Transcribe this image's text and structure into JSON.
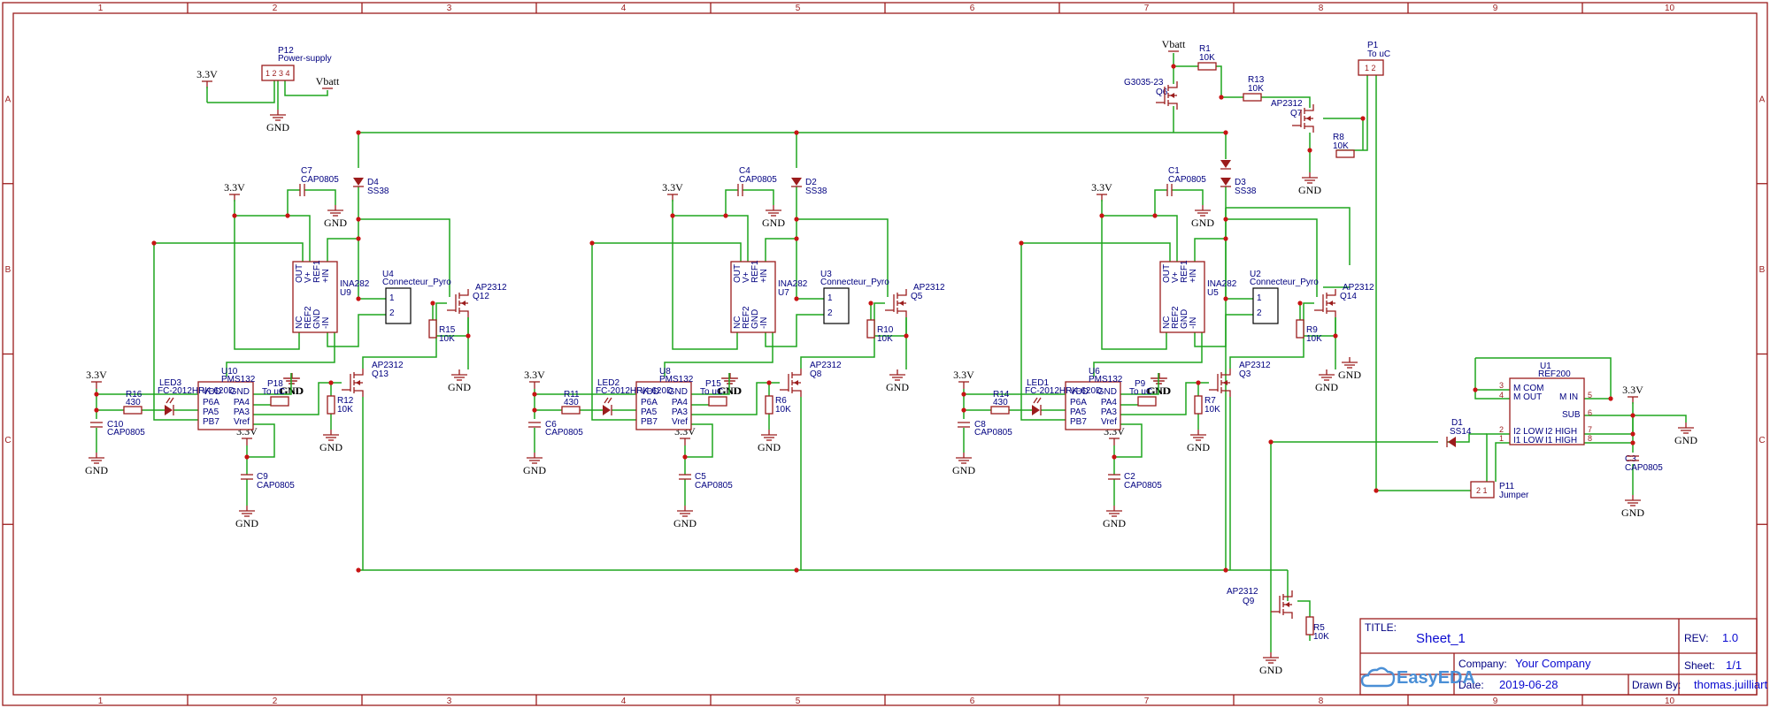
{
  "frame": {
    "columns": [
      "1",
      "2",
      "3",
      "4",
      "5",
      "6",
      "7",
      "8",
      "9",
      "10"
    ],
    "rows": [
      "A",
      "B",
      "C"
    ]
  },
  "power": {
    "v33": "3.3V",
    "vbatt": "Vbatt",
    "gnd": "GND"
  },
  "connector_p12": {
    "ref": "P12",
    "value": "Power-supply",
    "pins": "1 2 3 4"
  },
  "connector_p1": {
    "ref": "P1",
    "value": "To uC",
    "pins": "1 2"
  },
  "topright": {
    "r1": {
      "ref": "R1",
      "value": "10K"
    },
    "r13": {
      "ref": "R13",
      "value": "10K"
    },
    "r8": {
      "ref": "R8",
      "value": "10K"
    },
    "q6": {
      "ref": "Q6",
      "value": "G3035-23"
    },
    "q7": {
      "ref": "Q7",
      "value": "AP2312"
    },
    "d3": {
      "ref": "D3",
      "value": "SS38"
    }
  },
  "channels": [
    {
      "cap_top": {
        "ref": "C7",
        "value": "CAP0805"
      },
      "diode": {
        "ref": "D4",
        "value": "SS38"
      },
      "ina": {
        "ref": "U9",
        "value": "INA282"
      },
      "conn": {
        "ref": "U4",
        "value": "Connecteur_Pyro"
      },
      "qr": {
        "ref": "Q12",
        "value": "AP2312"
      },
      "rr": {
        "ref": "R15",
        "value": "10K"
      },
      "pms": {
        "ref": "U10",
        "value": "PMS132"
      },
      "led": {
        "ref": "LED3",
        "value": "FC-2012HRK-620D"
      },
      "rled": {
        "ref": "R16",
        "value": "430"
      },
      "cin": {
        "ref": "C10",
        "value": "CAP0805"
      },
      "cvr": {
        "ref": "C9",
        "value": "CAP0805"
      },
      "pconn": {
        "ref": "P18",
        "value": "To uC"
      },
      "qm": {
        "ref": "Q13",
        "value": "AP2312"
      },
      "rm": {
        "ref": "R12",
        "value": "10K"
      }
    },
    {
      "cap_top": {
        "ref": "C4",
        "value": "CAP0805"
      },
      "diode": {
        "ref": "D2",
        "value": "SS38"
      },
      "ina": {
        "ref": "U7",
        "value": "INA282"
      },
      "conn": {
        "ref": "U3",
        "value": "Connecteur_Pyro"
      },
      "qr": {
        "ref": "Q5",
        "value": "AP2312"
      },
      "rr": {
        "ref": "R10",
        "value": "10K"
      },
      "pms": {
        "ref": "U8",
        "value": "PMS132"
      },
      "led": {
        "ref": "LED2",
        "value": "FC-2012HRK-620D"
      },
      "rled": {
        "ref": "R11",
        "value": "430"
      },
      "cin": {
        "ref": "C6",
        "value": "CAP0805"
      },
      "cvr": {
        "ref": "C5",
        "value": "CAP0805"
      },
      "pconn": {
        "ref": "P15",
        "value": "To uC"
      },
      "qm": {
        "ref": "Q8",
        "value": "AP2312"
      },
      "rm": {
        "ref": "R6",
        "value": "10K"
      }
    },
    {
      "cap_top": {
        "ref": "C1",
        "value": "CAP0805"
      },
      "diode": {
        "ref": "D3",
        "value": "SS38"
      },
      "ina": {
        "ref": "U5",
        "value": "INA282"
      },
      "conn": {
        "ref": "U2",
        "value": "Connecteur_Pyro"
      },
      "qr": {
        "ref": "Q14",
        "value": "AP2312"
      },
      "rr": {
        "ref": "R9",
        "value": "10K"
      },
      "pms": {
        "ref": "U6",
        "value": "PMS132"
      },
      "led": {
        "ref": "LED1",
        "value": "FC-2012HRK-620D"
      },
      "rled": {
        "ref": "R14",
        "value": "430"
      },
      "cin": {
        "ref": "C8",
        "value": "CAP0805"
      },
      "cvr": {
        "ref": "C2",
        "value": "CAP0805"
      },
      "pconn": {
        "ref": "P9",
        "value": "To uC"
      },
      "qm": {
        "ref": "Q3",
        "value": "AP2312"
      },
      "rm": {
        "ref": "R7",
        "value": "10K"
      }
    }
  ],
  "ina_pins": {
    "out": "OUT",
    "vp": "V+",
    "ref1": "REF1",
    "pin": "+IN",
    "nc": "NC",
    "ref2": "REF2",
    "gnd": "GND",
    "min": "-IN"
  },
  "pms_pins": {
    "vdd": "VDD",
    "p6a": "P6A",
    "pa5": "PA5",
    "pb7": "PB7",
    "gnd": "GND",
    "pa4": "PA4",
    "pa3": "PA3",
    "vref": "Vref"
  },
  "ref200": {
    "ref": "U1",
    "value": "REF200",
    "pins": {
      "mcom": "M COM",
      "mout": "M OUT",
      "min": "M IN",
      "sub": "SUB",
      "i2low": "I2 LOW",
      "i1low": "I1 LOW",
      "i2high": "I2 HIGH",
      "i1high": "I1 HIGH"
    },
    "c3": {
      "ref": "C3",
      "value": "CAP0805"
    },
    "d1": {
      "ref": "D1",
      "value": "SS14"
    },
    "p11": {
      "ref": "P11",
      "value": "Jumper"
    }
  },
  "bottom": {
    "q9": {
      "ref": "Q9",
      "value": "AP2312"
    },
    "r5": {
      "ref": "R5",
      "value": "10K"
    }
  },
  "titleblock": {
    "title_label": "TITLE:",
    "title": "Sheet_1",
    "rev_label": "REV:",
    "rev": "1.0",
    "company_label": "Company:",
    "company": "Your Company",
    "sheet_label": "Sheet:",
    "sheet": "1/1",
    "date_label": "Date:",
    "date": "2019-06-28",
    "drawn_label": "Drawn By:",
    "drawn_by": "thomas.juilliart",
    "logo": "EasyEDA"
  }
}
